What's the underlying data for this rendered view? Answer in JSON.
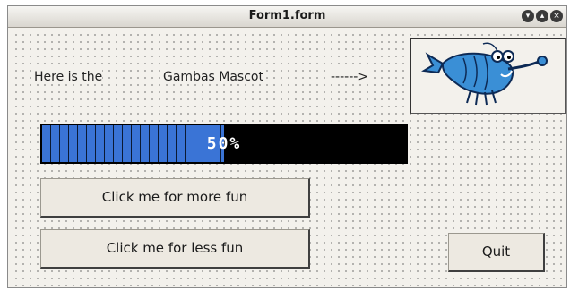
{
  "window": {
    "title": "Form1.form"
  },
  "labels": {
    "intro": "Here is the",
    "mascot_name": "Gambas Mascot",
    "arrow": "------>"
  },
  "progress": {
    "value": 0.5,
    "text": "50%"
  },
  "buttons": {
    "more_fun": "Click me for more fun",
    "less_fun": "Click me for less fun",
    "quit": "Quit"
  },
  "colors": {
    "progress_fill": "#3a74d6",
    "progress_track": "#000000",
    "mascot_body": "#3a8fd6"
  },
  "icons": {
    "titlebar": [
      "shade-icon",
      "maximize-icon",
      "close-icon"
    ],
    "image": "gambas-shrimp-mascot"
  }
}
